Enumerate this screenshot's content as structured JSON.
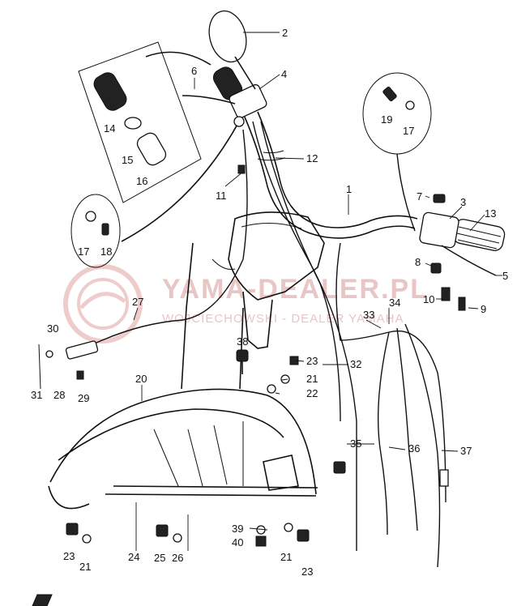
{
  "watermark": {
    "brand": "YAMA-DEALER.PL",
    "subtitle": "WOJCIECHOWSKI - DEALER YAMAHA"
  },
  "callouts": [
    "2",
    "4",
    "6",
    "14",
    "15",
    "16",
    "12",
    "11",
    "1",
    "19",
    "17",
    "7",
    "3",
    "13",
    "17",
    "18",
    "8",
    "5",
    "10",
    "9",
    "27",
    "30",
    "34",
    "33",
    "38",
    "23",
    "32",
    "21",
    "22",
    "31",
    "28",
    "29",
    "20",
    "35",
    "36",
    "37",
    "39",
    "40",
    "21",
    "23",
    "23",
    "21",
    "24",
    "25",
    "26"
  ]
}
